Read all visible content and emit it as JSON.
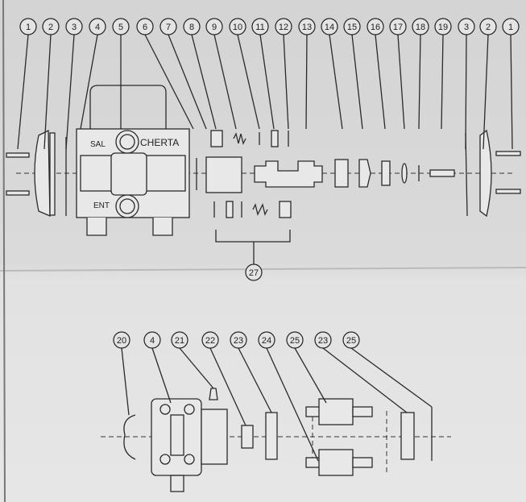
{
  "top_callouts": [
    "1",
    "2",
    "3",
    "4",
    "5",
    "6",
    "7",
    "8",
    "9",
    "10",
    "11",
    "12",
    "13",
    "14",
    "15",
    "16",
    "17",
    "18",
    "19",
    "3",
    "2",
    "1"
  ],
  "bottom_callouts": [
    "20",
    "4",
    "21",
    "22",
    "23",
    "24",
    "25",
    "23",
    "25"
  ],
  "group_callout": "27",
  "body_labels": {
    "outlet": "SAL",
    "inlet": "ENT",
    "brand": "CHERTA"
  }
}
